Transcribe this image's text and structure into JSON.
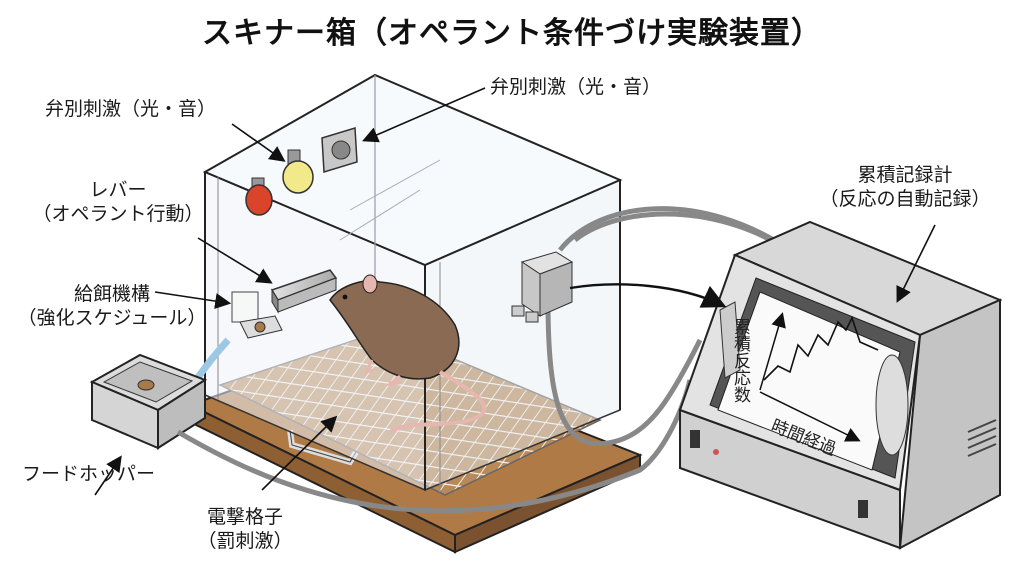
{
  "title": "スキナー箱（オペラント条件づけ実験装置）",
  "labels": {
    "stimulus_left": "弁別刺激（光・音）",
    "stimulus_right": "弁別刺激（光・音）",
    "lever_line1": "レバー",
    "lever_line2": "（オペラント行動）",
    "feeder_line1": "給餌機構",
    "feeder_line2": "（強化スケジュール）",
    "food_hopper": "フードホッパー",
    "shock_grid_line1": "電撃格子",
    "shock_grid_line2": "（罰刺激）",
    "recorder_line1": "累積記録計",
    "recorder_line2": "（反応の自動記録）"
  },
  "recorder_chart": {
    "y_axis_label": "累積反応数",
    "x_axis_label": "時間経過"
  },
  "colors": {
    "wood": "#b07a46",
    "wood_dark": "#7a5230",
    "glass": "#e6eef5",
    "rat": "#8a6a52",
    "rat_pink": "#e6b7b0",
    "metal": "#c8c8c8",
    "red_light": "#d9442b",
    "yellow_light": "#f2e98a"
  }
}
